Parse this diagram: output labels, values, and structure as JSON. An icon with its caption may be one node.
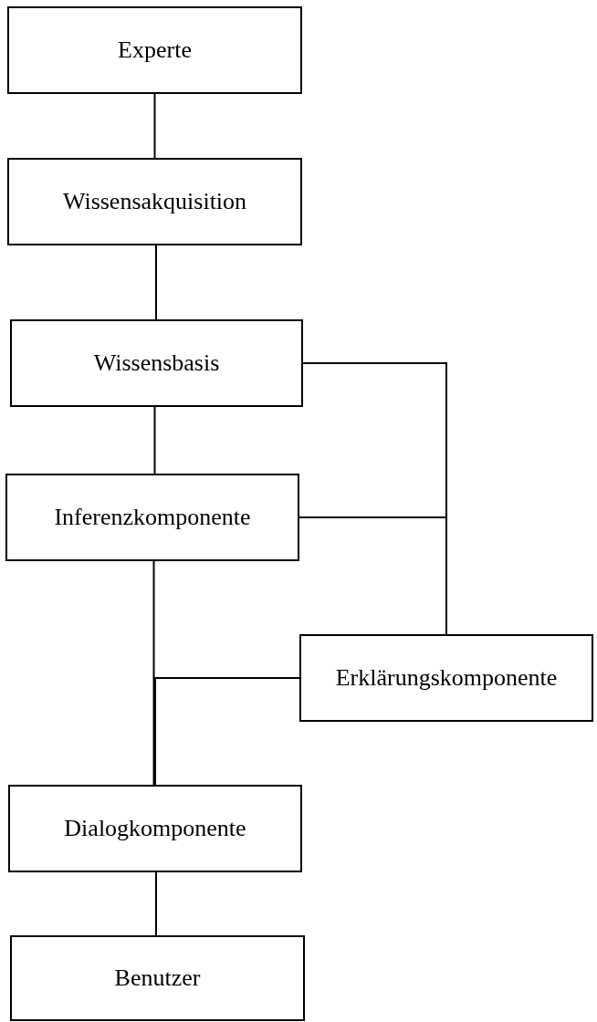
{
  "diagram": {
    "nodes": [
      {
        "text": [
          "Experte"
        ]
      },
      {
        "text": [
          "Wissensakquisition"
        ]
      },
      {
        "text": [
          "Wissensbasis"
        ]
      },
      {
        "text": [
          "Inferenzkomponente"
        ]
      },
      {
        "text": [
          "Erklärungskomponente"
        ]
      },
      {
        "text": [
          "Dialogkomponente"
        ]
      },
      {
        "text": [
          "Benutzer"
        ]
      }
    ],
    "edges": [
      {
        "from": 0,
        "to": 1,
        "arrow": "none"
      },
      {
        "from": 1,
        "to": 2,
        "arrow": "none"
      },
      {
        "from": 2,
        "to": 3,
        "arrow": "none"
      },
      {
        "from": 3,
        "to": 5,
        "arrow": "none"
      },
      {
        "from": 4,
        "to": 5,
        "arrow": "none"
      },
      {
        "from": 2,
        "to": 4,
        "arrow": "none"
      },
      {
        "from": 3,
        "to": 4,
        "arrow": "none"
      },
      {
        "from": 5,
        "to": 6,
        "arrow": "none"
      }
    ]
  }
}
